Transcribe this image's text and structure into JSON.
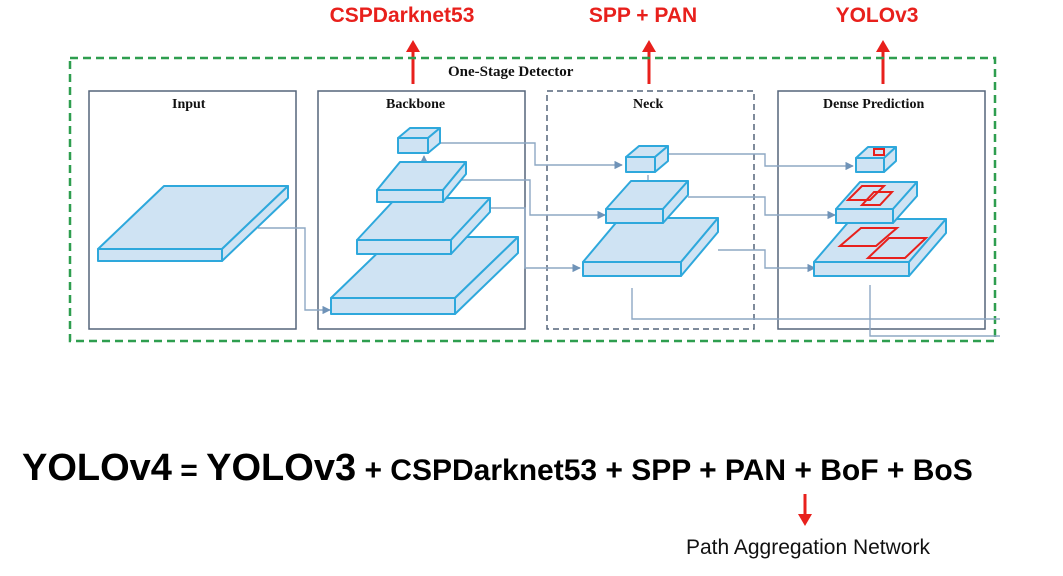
{
  "top_labels": {
    "backbone_model": "CSPDarknet53",
    "neck_model": "SPP + PAN",
    "head_model": "YOLOv3"
  },
  "detector": {
    "title": "One-Stage Detector",
    "stages": {
      "input": "Input",
      "backbone": "Backbone",
      "neck": "Neck",
      "dense_prediction": "Dense Prediction"
    }
  },
  "equation": {
    "lhs": "YOLOv4",
    "eq": " = ",
    "base": "YOLOv3",
    "rest": " + CSPDarknet53 + SPP + PAN + BoF + BoS"
  },
  "pan_note": "Path Aggregation Network",
  "colors": {
    "accent_red": "#e8201c",
    "slab_face": "#cfe3f3",
    "slab_edge": "#2ea8dc",
    "detector_border": "#2e9e4f",
    "stage_border": "#55657a"
  }
}
